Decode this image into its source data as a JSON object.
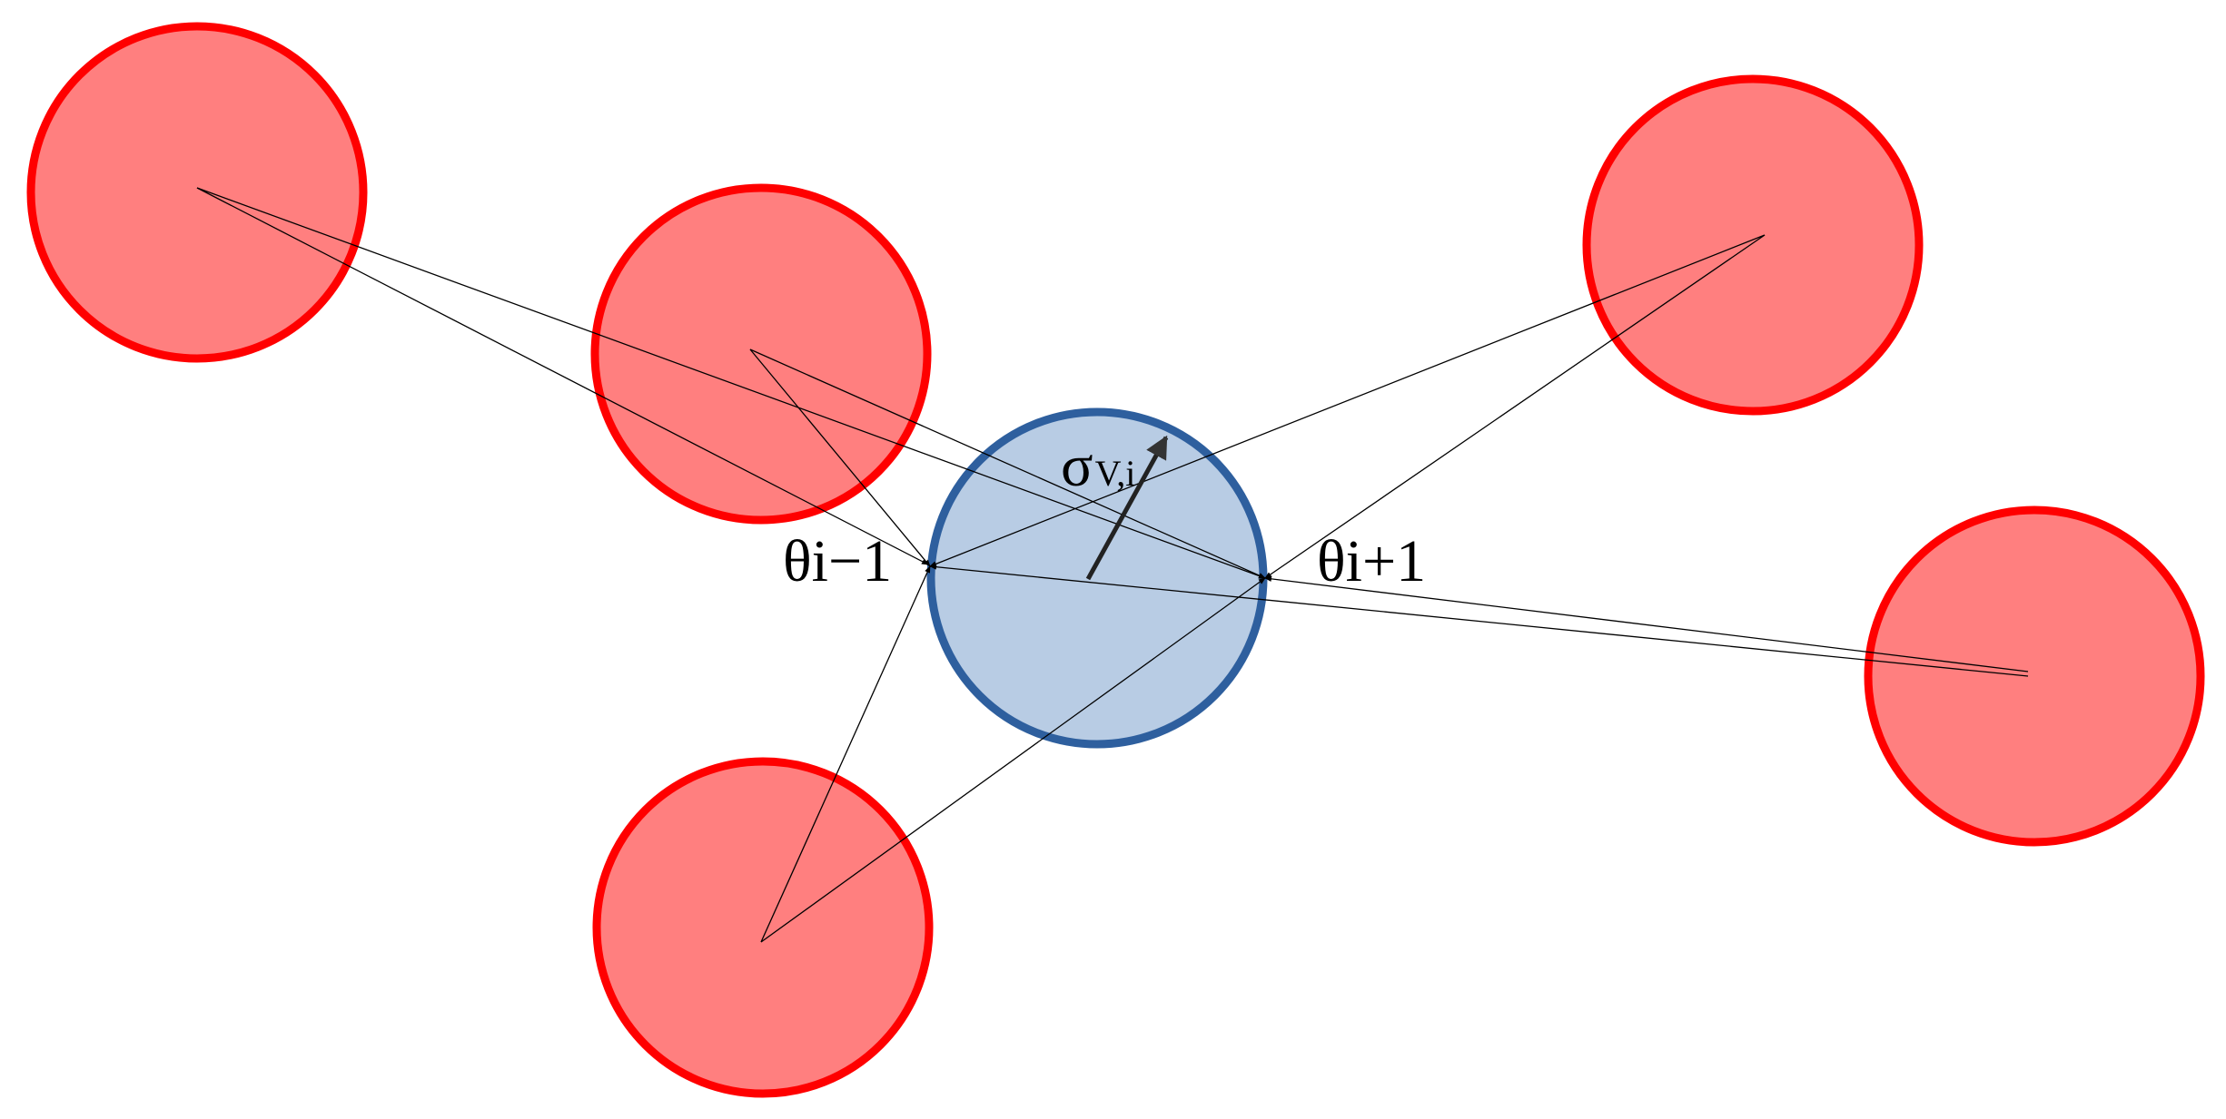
{
  "diagram": {
    "labels": {
      "sigma_main": "σ",
      "sigma_sub": "V,i",
      "theta_prev": "θi−1",
      "theta_next": "θi+1"
    },
    "colors": {
      "neighbor_fill": "#ff7f7f",
      "neighbor_stroke": "#ff0000",
      "center_fill": "#b8cce4",
      "center_stroke": "#2e5f9e",
      "line": "#000000"
    }
  }
}
